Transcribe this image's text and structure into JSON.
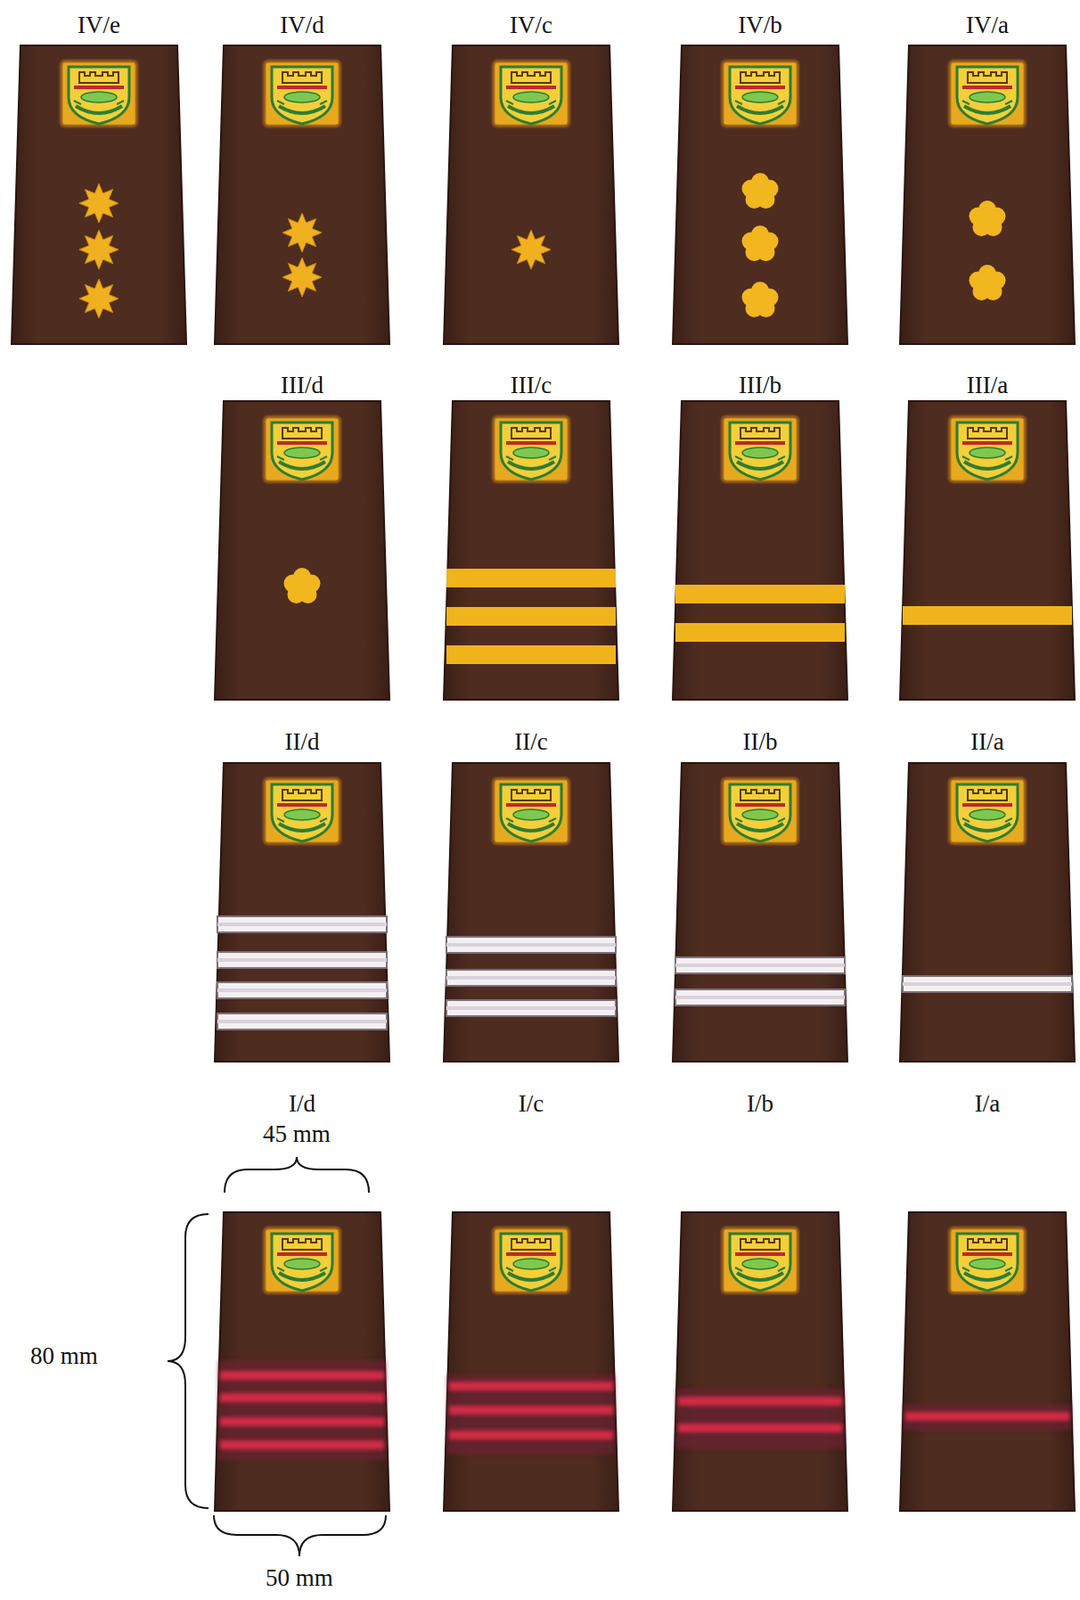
{
  "diagram": {
    "labels": [
      "IV/e",
      "IV/d",
      "IV/c",
      "IV/b",
      "IV/a",
      "III/d",
      "III/c",
      "III/b",
      "III/a",
      "II/d",
      "II/c",
      "II/b",
      "II/a",
      "I/d",
      "I/c",
      "I/b",
      "I/a",
      "45 mm",
      "80 mm",
      "50 mm"
    ]
  }
}
